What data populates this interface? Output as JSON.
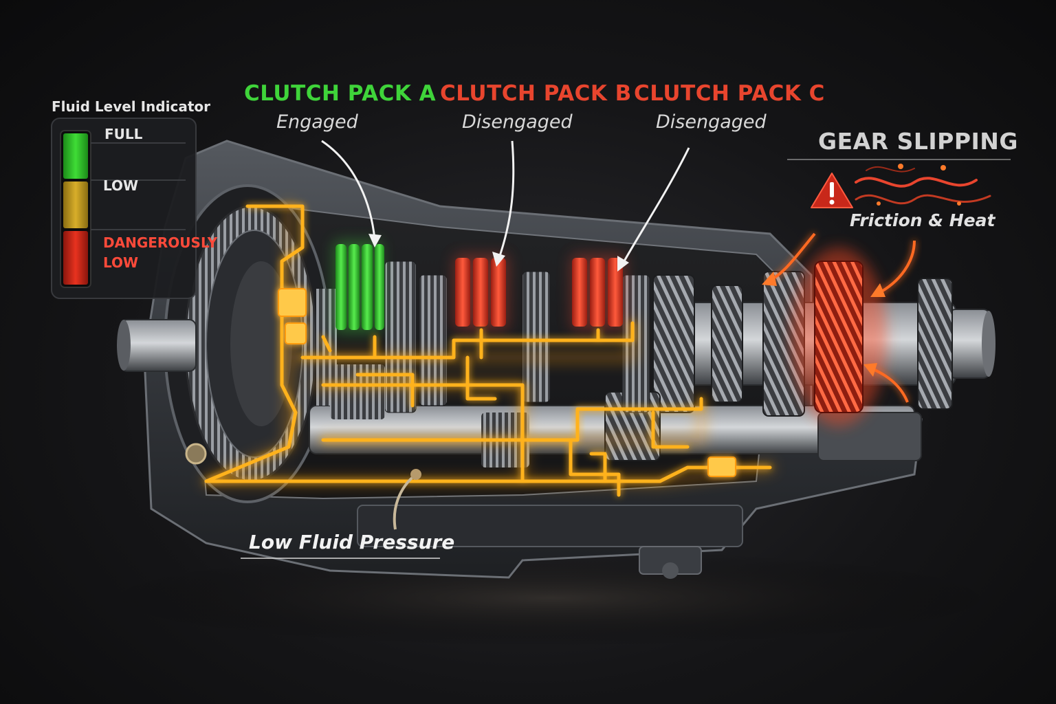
{
  "fluid_indicator": {
    "title": "Fluid Level Indicator",
    "levels": {
      "full": "FULL",
      "low": "LOW",
      "danger_line1": "DANGEROUSLY",
      "danger_line2": "LOW"
    }
  },
  "clutch_packs": [
    {
      "name": "CLUTCH PACK A",
      "status": "Engaged",
      "color": "#3fd43a"
    },
    {
      "name": "CLUTCH PACK B",
      "status": "Disengaged",
      "color": "#e8452e"
    },
    {
      "name": "CLUTCH PACK C",
      "status": "Disengaged",
      "color": "#e8452e"
    }
  ],
  "gear_slipping": {
    "title": "GEAR SLIPPING",
    "subtitle": "Friction & Heat",
    "icon": "warning-triangle-icon"
  },
  "pressure_label": "Low Fluid Pressure",
  "colors": {
    "fluid_path": "#ffb21e",
    "engaged": "#3fd43a",
    "disengaged": "#e8452e",
    "gauge_full": "#2fc22b",
    "gauge_low": "#c9a321",
    "gauge_danger": "#d82a1c",
    "heat": "#ff5a2a"
  }
}
